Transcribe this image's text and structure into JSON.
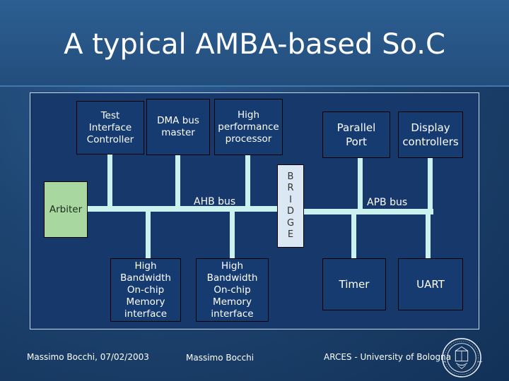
{
  "title": "A typical AMBA-based So.C",
  "blocks": {
    "test_interface": "Test\nInterface\nController",
    "dma_master": "DMA bus\nmaster",
    "processor": "High\nperformance\nprocessor",
    "parallel_port": "Parallel\nPort",
    "display": "Display\ncontrollers",
    "arbiter": "Arbiter",
    "mem1": "High\nBandwidth\nOn-chip\nMemory\ninterface",
    "mem2": "High\nBandwidth\nOn-chip\nMemory\ninterface",
    "timer": "Timer",
    "uart": "UART",
    "bridge": "B\nR\nI\nD\nG\nE"
  },
  "buses": {
    "ahb": "AHB bus",
    "apb": "APB bus"
  },
  "footer": {
    "left": "Massimo Bocchi, 07/02/2003",
    "center": "Massimo Bocchi",
    "right": "ARCES - University of Bologna"
  },
  "colors": {
    "background": "#1d4470",
    "box_fill": "#163b70",
    "arbiter_fill": "#a8d8a0",
    "bridge_fill": "#dbe7f3",
    "bus": "#ccf2f0"
  }
}
